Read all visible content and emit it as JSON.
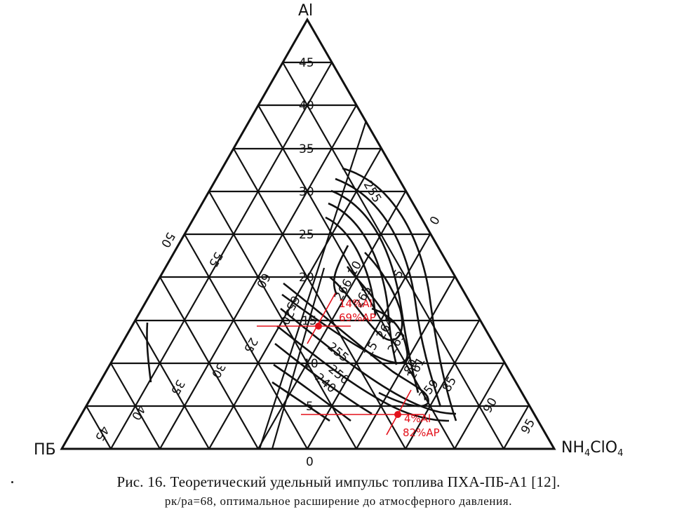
{
  "figure": {
    "vertices": {
      "top": "Al",
      "left": "ПБ",
      "right_main": "NH",
      "right_sub1": "4",
      "right_mid": "ClO",
      "right_sub2": "4"
    },
    "al_axis_ticks": [
      "45",
      "40",
      "35",
      "30",
      "25",
      "20",
      "15",
      "10",
      "5",
      "0"
    ],
    "left_edge_ticks": [
      "50",
      "55",
      "60",
      "65",
      "20",
      "25",
      "30",
      "35",
      "40",
      "45"
    ],
    "right_edge_ticks": [
      "0",
      "5",
      "10",
      "15",
      "80",
      "85",
      "90",
      "95"
    ],
    "contour_labels": [
      "255",
      "266",
      "265",
      "264",
      "263",
      "261",
      "259",
      "255",
      "250",
      "240"
    ],
    "annotations": [
      {
        "line1": "14%Al",
        "line2": "69%AP",
        "color": "#e3101a"
      },
      {
        "line1": "4%Al",
        "line2": "82%AP",
        "color": "#e3101a"
      }
    ]
  },
  "caption": {
    "line1": "Рис. 16. Теоретический удельный импульс топлива ПХА-ПБ-А1 [12].",
    "line2": "pк/pа=68, оптимальное расширение до атмосферного давления."
  },
  "chart_data": {
    "type": "ternary-contour",
    "title": "Теоретический удельный импульс топлива ПХА-ПБ-А1 [12]",
    "subtitle": "pк/pа=68, оптимальное расширение до атмосферного давления",
    "axes": {
      "top_vertex": "Al",
      "left_vertex": "ПБ",
      "right_vertex": "NH4ClO4",
      "al_range": [
        0,
        50
      ],
      "al_ticks": [
        0,
        5,
        10,
        15,
        20,
        25,
        30,
        35,
        40,
        45
      ]
    },
    "contours": [
      {
        "label": "240",
        "isp": 240
      },
      {
        "label": "250",
        "isp": 250
      },
      {
        "label": "255",
        "isp": 255
      },
      {
        "label": "259",
        "isp": 259
      },
      {
        "label": "261",
        "isp": 261
      },
      {
        "label": "263",
        "isp": 263
      },
      {
        "label": "264",
        "isp": 264
      },
      {
        "label": "265",
        "isp": 265
      },
      {
        "label": "266",
        "isp": 266
      }
    ],
    "marked_points": [
      {
        "al_pct": 14,
        "ap_pct": 69,
        "label": "14%Al 69%AP"
      },
      {
        "al_pct": 4,
        "ap_pct": 82,
        "label": "4%Al 82%AP"
      }
    ],
    "grid": true
  }
}
